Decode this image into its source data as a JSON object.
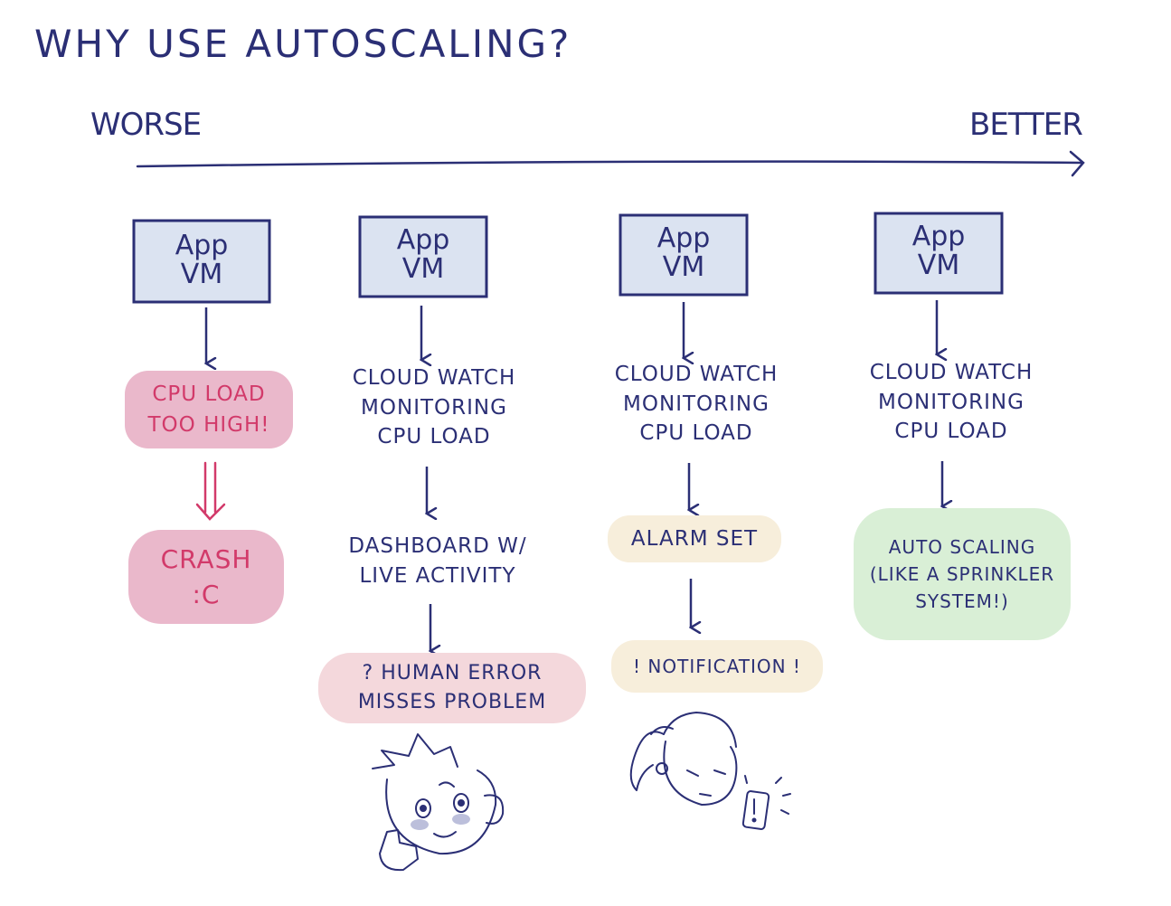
{
  "title": "Why use autoscaling?",
  "axis": {
    "left_label": "Worse",
    "right_label": "Better"
  },
  "colors": {
    "ink": "#2b2f75",
    "vm_fill": "#dbe3f1",
    "danger_fill": "#eab8cb",
    "danger_text": "#d23a6a",
    "error_fill": "#f4d8dc",
    "alarm_fill": "#f7eedb",
    "success_fill": "#d9efd6"
  },
  "columns": [
    {
      "vm": "App\nVM",
      "steps": [],
      "danger_1": "CPU load\ntoo high!",
      "danger_2": "Crash\n:C"
    },
    {
      "vm": "App\nVM",
      "steps": [
        "Cloud Watch\nmonitoring\nCPU load",
        "Dashboard w/\nlive activity"
      ],
      "outcome": "? Human error\nmisses problem"
    },
    {
      "vm": "App\nVM",
      "steps": [
        "Cloud Watch\nmonitoring\nCPU load"
      ],
      "alarm": "Alarm set",
      "outcome": "! Notification !"
    },
    {
      "vm": "App\nVM",
      "steps": [
        "Cloud Watch\nmonitoring\nCPU load"
      ],
      "outcome": "Auto scaling\n(like a sprinkler\nsystem!)"
    }
  ]
}
